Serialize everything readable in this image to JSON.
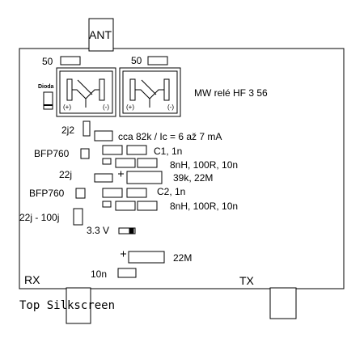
{
  "board": {
    "connectors": {
      "ant": "ANT",
      "rx": "RX",
      "tx": "TX"
    },
    "footer": "Top Silkscreen"
  },
  "relay": {
    "label": "MW relé HF 3 56",
    "left_resistor": "50",
    "right_resistor": "50",
    "diode_label": "Dioda",
    "plus_sign": "(+)",
    "minus_sign": "(-)"
  },
  "components": {
    "cap_2j2": "2j2",
    "bias_note": "cca 82k / Ic = 6 až 7 mA",
    "transistor_1": "BFP760",
    "c1_label": "C1, 1n",
    "stage1_note": "8nH, 100R, 10n",
    "cap_22j": "22j",
    "plus_marker": "+",
    "stage1_bias": "39k, 22M",
    "transistor_2": "BFP760",
    "c2_label": "C2, 1n",
    "stage2_note": "8nH, 100R, 10n",
    "cap_range": "22j - 100j",
    "supply_voltage": "3.3 V",
    "plus_marker_2": "+",
    "cap_22m": "22M",
    "cap_10n": "10n"
  },
  "colors": {
    "ink": "#000000",
    "background": "#ffffff"
  }
}
